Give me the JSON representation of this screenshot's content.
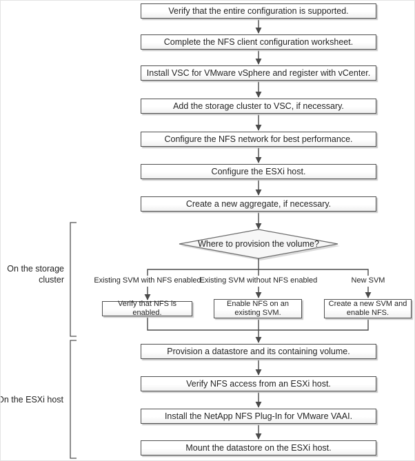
{
  "colors": {
    "line": "#4a4a4a",
    "box_border": "#4f4f4f",
    "box_fill_top": "#ffffff",
    "box_fill_bottom": "#f1f1f1",
    "shadow": "#c6c6c6",
    "text": "#1f1f1f"
  },
  "flow": {
    "main_steps": [
      {
        "label": "Verify that the entire configuration is supported."
      },
      {
        "label": "Complete the NFS client configuration worksheet."
      },
      {
        "label": "Install VSC for VMware vSphere and register with vCenter."
      },
      {
        "label": "Add the storage cluster to VSC, if necessary."
      },
      {
        "label": "Configure the NFS network for best performance."
      },
      {
        "label": "Configure the ESXi host."
      },
      {
        "label": "Create a new aggregate, if necessary."
      }
    ],
    "decision": {
      "label": "Where to provision the volume?"
    },
    "branches": [
      {
        "condition": "Existing SVM with NFS enabled",
        "action": "Verify that NFS is enabled."
      },
      {
        "condition": "Existing SVM without NFS enabled",
        "action": "Enable NFS on an existing SVM."
      },
      {
        "condition": "New SVM",
        "action": "Create a new SVM and enable NFS."
      }
    ],
    "final_steps": [
      {
        "label": "Provision a datastore and its containing volume."
      },
      {
        "label": "Verify NFS access from an ESXi host."
      },
      {
        "label": "Install the NetApp NFS Plug-In for VMware VAAI."
      },
      {
        "label": "Mount the datastore on the ESXi host."
      }
    ],
    "section_labels": [
      {
        "label": "On the storage cluster"
      },
      {
        "label": "On the ESXi host"
      }
    ]
  }
}
